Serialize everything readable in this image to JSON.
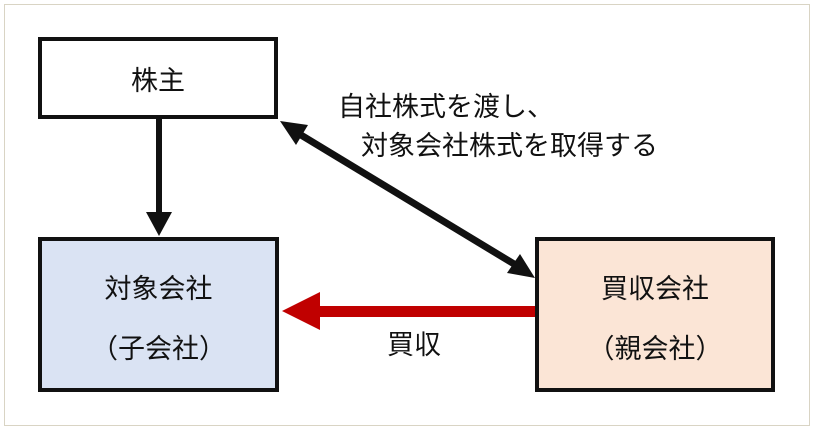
{
  "nodes": {
    "shareholder": {
      "label": "株主"
    },
    "target": {
      "line1": "対象会社",
      "line2": "（子会社）"
    },
    "acquirer": {
      "line1": "買収会社",
      "line2": "（親会社）"
    }
  },
  "labels": {
    "exchange_line1": "自社株式を渡し、",
    "exchange_line2": "対象会社株式を取得する",
    "acquisition": "買収"
  },
  "colors": {
    "target_fill": "#dae3f3",
    "acquirer_fill": "#fbe5d6",
    "acquisition_arrow": "#c00000",
    "border": "#111111"
  }
}
